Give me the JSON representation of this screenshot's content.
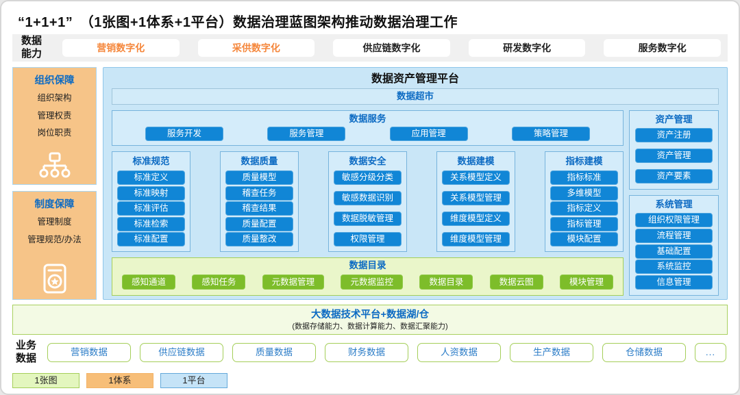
{
  "title": "“1+1+1”　（1张图+1体系+1平台）数据治理蓝图架构推动数据治理工作",
  "colors": {
    "accent_blue": "#1186d6",
    "title_blue": "#0d6bc3",
    "panel_blue": "#d4ecfa",
    "container_blue": "#c9e6f7",
    "sidebar_orange": "#f6c488",
    "highlight_orange": "#f5873c",
    "green_button": "#7dbd2a",
    "green_panel": "#eaf6ca",
    "legend_green": "#e3f6be",
    "legend_orange": "#f7be78",
    "legend_blue": "#c5e3f7"
  },
  "capability_bar": {
    "label": "数据能力",
    "items": [
      {
        "label": "营销数字化",
        "highlight": true
      },
      {
        "label": "采供数字化",
        "highlight": true
      },
      {
        "label": "供应链数字化",
        "highlight": false
      },
      {
        "label": "研发数字化",
        "highlight": false
      },
      {
        "label": "服务数字化",
        "highlight": false
      }
    ]
  },
  "sidebar": {
    "org_panel": {
      "title": "组织保障",
      "items": [
        "组织架构",
        "管理权责",
        "岗位职责"
      ],
      "icon": "org-chart-icon"
    },
    "policy_panel": {
      "title": "制度保障",
      "items": [
        "管理制度",
        "管理规范/办法"
      ],
      "icon": "policy-doc-icon"
    }
  },
  "platform": {
    "title": "数据资产管理平台",
    "data_mart": "数据超市",
    "data_service": {
      "title": "数据服务",
      "buttons": [
        "服务开发",
        "服务管理",
        "应用管理",
        "策略管理"
      ]
    },
    "columns": [
      {
        "title": "标准规范",
        "buttons": [
          "标准定义",
          "标准映射",
          "标准评估",
          "标准检索",
          "标准配置"
        ]
      },
      {
        "title": "数据质量",
        "buttons": [
          "质量模型",
          "稽查任务",
          "稽查结果",
          "质量配置",
          "质量整改"
        ]
      },
      {
        "title": "数据安全",
        "buttons": [
          "敏感分级分类",
          "敏感数据识别",
          "数据脱敏管理",
          "权限管理"
        ]
      },
      {
        "title": "数据建模",
        "buttons": [
          "关系模型定义",
          "关系模型管理",
          "维度模型定义",
          "维度模型管理"
        ]
      },
      {
        "title": "指标建模",
        "buttons": [
          "指标标准",
          "多维模型",
          "指标定义",
          "指标管理",
          "模块配置"
        ]
      }
    ],
    "asset_panel": {
      "title": "资产管理",
      "buttons": [
        "资产注册",
        "资产管理",
        "资产要素"
      ]
    },
    "system_panel": {
      "title": "系统管理",
      "buttons": [
        "组织权限管理",
        "流程管理",
        "基础配置",
        "系统监控",
        "信息管理"
      ]
    },
    "data_catalog": {
      "title": "数据目录",
      "buttons": [
        "感知通道",
        "感知任务",
        "元数据管理",
        "元数据监控",
        "数据目录",
        "数据云图",
        "模块管理"
      ]
    }
  },
  "bigdata_platform": {
    "title": "大数据技术平台+数据湖/仓",
    "subtitle": "(数据存储能力、数据计算能力、数据汇聚能力)"
  },
  "business_data": {
    "label": "业务数据",
    "items": [
      "营销数据",
      "供应链数据",
      "质量数据",
      "财务数据",
      "人资数据",
      "生产数据",
      "仓储数据"
    ],
    "more": "..."
  },
  "legend": {
    "map": "1张图",
    "system": "1体系",
    "platform": "1平台"
  }
}
